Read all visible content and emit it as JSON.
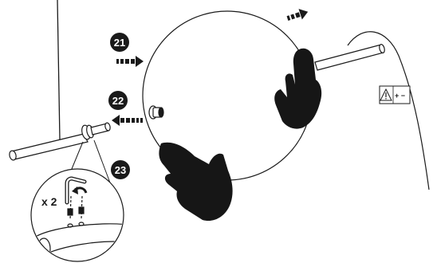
{
  "steps": [
    {
      "number": "21"
    },
    {
      "number": "22"
    },
    {
      "number": "23"
    }
  ],
  "quantity_label": "x 2",
  "warning": {
    "icon": "warning-triangle-icon",
    "polarity_label": "+ −"
  },
  "colors": {
    "ink": "#1a1a1a",
    "hand_fill": "#161616",
    "badge_fill": "#1a1a1a",
    "background": "#ffffff"
  }
}
